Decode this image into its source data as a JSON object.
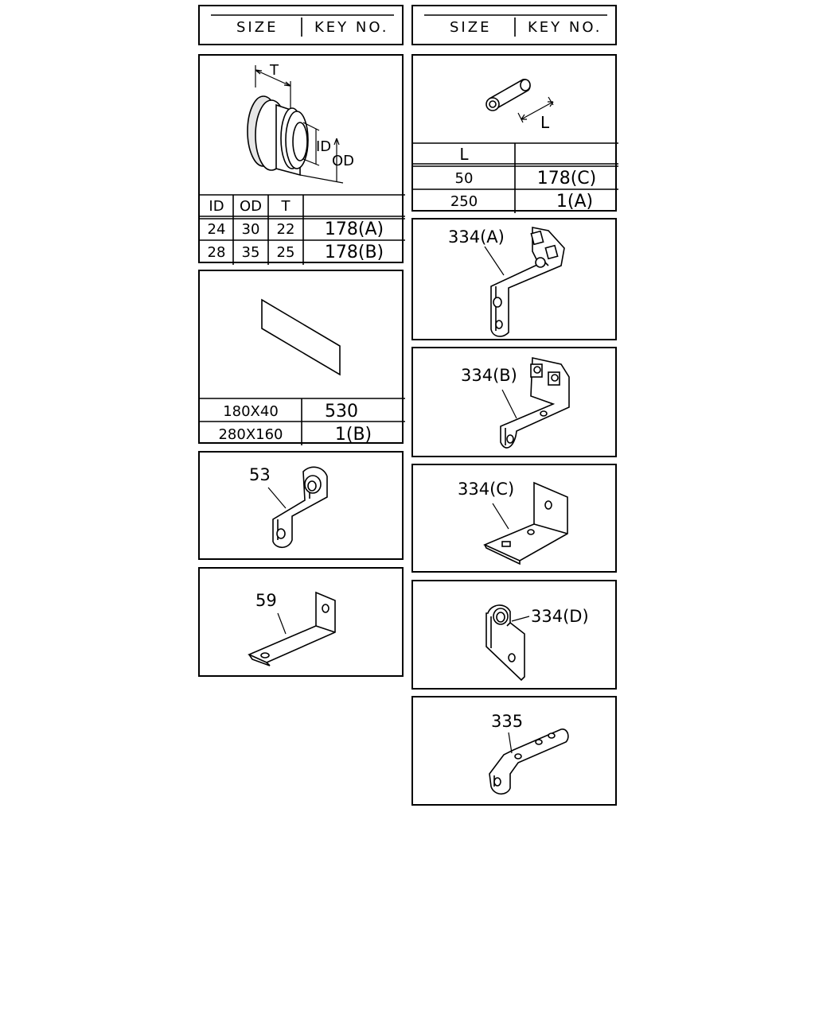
{
  "headers": {
    "left": {
      "size": "SIZE",
      "key_no": "KEY NO."
    },
    "right": {
      "size": "SIZE",
      "key_no": "KEY NO."
    }
  },
  "bushing": {
    "dim_T": "T",
    "dim_ID": "ID",
    "dim_OD": "OD",
    "columns": [
      "ID",
      "OD",
      "T",
      ""
    ],
    "rows": [
      {
        "id": "24",
        "od": "30",
        "t": "22",
        "key": "178(A)"
      },
      {
        "id": "28",
        "od": "35",
        "t": "25",
        "key": "178(B)"
      }
    ]
  },
  "sheet": {
    "rows": [
      {
        "size": "180X40",
        "key": "530"
      },
      {
        "size": "280X160",
        "key": "1(B)"
      }
    ]
  },
  "bracket_53": {
    "label": "53"
  },
  "bracket_59": {
    "label": "59"
  },
  "tube": {
    "dim_L": "L",
    "column": "L",
    "rows": [
      {
        "l": "50",
        "key": "178(C)"
      },
      {
        "l": "250",
        "key": "1(A)"
      }
    ]
  },
  "bracket_334A": {
    "label": "334(A)"
  },
  "bracket_334B": {
    "label": "334(B)"
  },
  "bracket_334C": {
    "label": "334(C)"
  },
  "bracket_334D": {
    "label": "334(D)"
  },
  "bracket_335": {
    "label": "335"
  }
}
